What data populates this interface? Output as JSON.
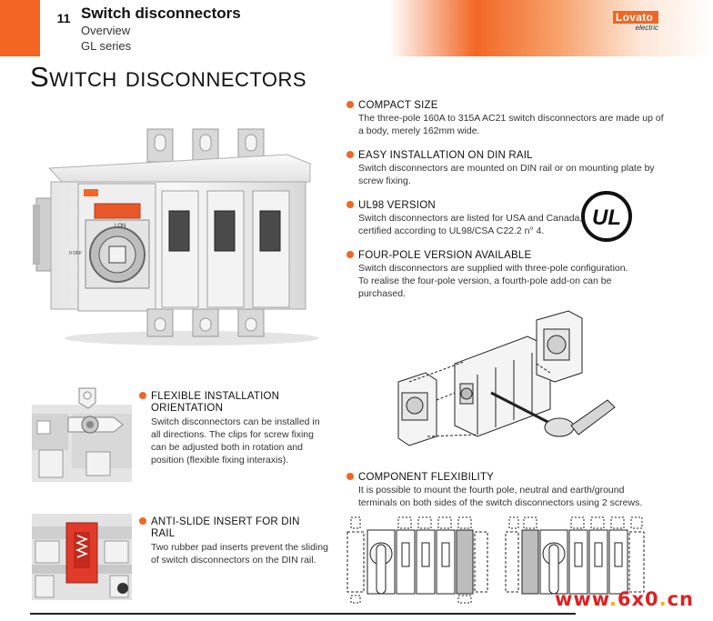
{
  "header": {
    "chapter": "11",
    "title": "Switch disconnectors",
    "subtitle1": "Overview",
    "subtitle2": "GL series",
    "brand_top": "Lovato",
    "brand_bottom": "electric"
  },
  "page_title": "Switch disconnectors",
  "features": [
    {
      "heading": "COMPACT SIZE",
      "lines": [
        "The three-pole 160A to 315A AC21 switch disconnectors are made up of",
        "a body, merely 162mm wide."
      ]
    },
    {
      "heading": "EASY INSTALLATION ON DIN RAIL",
      "lines": [
        "Switch disconnectors are mounted on DIN rail or on mounting plate by",
        "screw fixing."
      ]
    },
    {
      "heading": "UL98 VERSION",
      "lines": [
        "Switch disconnectors are listed for USA and Canada,",
        "certified according to UL98/CSA C22.2 n° 4."
      ]
    },
    {
      "heading": "FOUR-POLE VERSION AVAILABLE",
      "lines": [
        "Switch disconnectors are supplied with three-pole configuration.",
        "To realise the four-pole version, a fourth-pole add-on can be",
        "purchased."
      ]
    },
    {
      "heading": "COMPONENT FLEXIBILITY",
      "lines": [
        "It is possible to mount the fourth pole, neutral and earth/ground",
        "terminals on both sides of the switch disconnectors using 2 screws."
      ]
    },
    {
      "heading1": "FLEXIBLE INSTALLATION",
      "heading2": "ORIENTATION",
      "lines": [
        "Switch disconnectors can be installed in",
        "all directions. The clips for screw fixing",
        "can be adjusted both in rotation and",
        "position (flexible fixing interaxis)."
      ]
    },
    {
      "heading1": "ANTI-SLIDE INSERT FOR DIN",
      "heading2": "RAIL",
      "lines": [
        "Two rubber pad inserts prevent the sliding",
        "of switch disconnectors on the DIN rail."
      ]
    }
  ],
  "product_labels": {
    "knob_mark": "I ON",
    "off_mark": "0 OFF",
    "ul_mark": "UL"
  },
  "watermark": {
    "part1": "www",
    "part2": "6x0",
    "part3": "cn"
  },
  "colors": {
    "accent": "#f26522",
    "text": "#222222",
    "insert_red": "#e03a2a"
  }
}
